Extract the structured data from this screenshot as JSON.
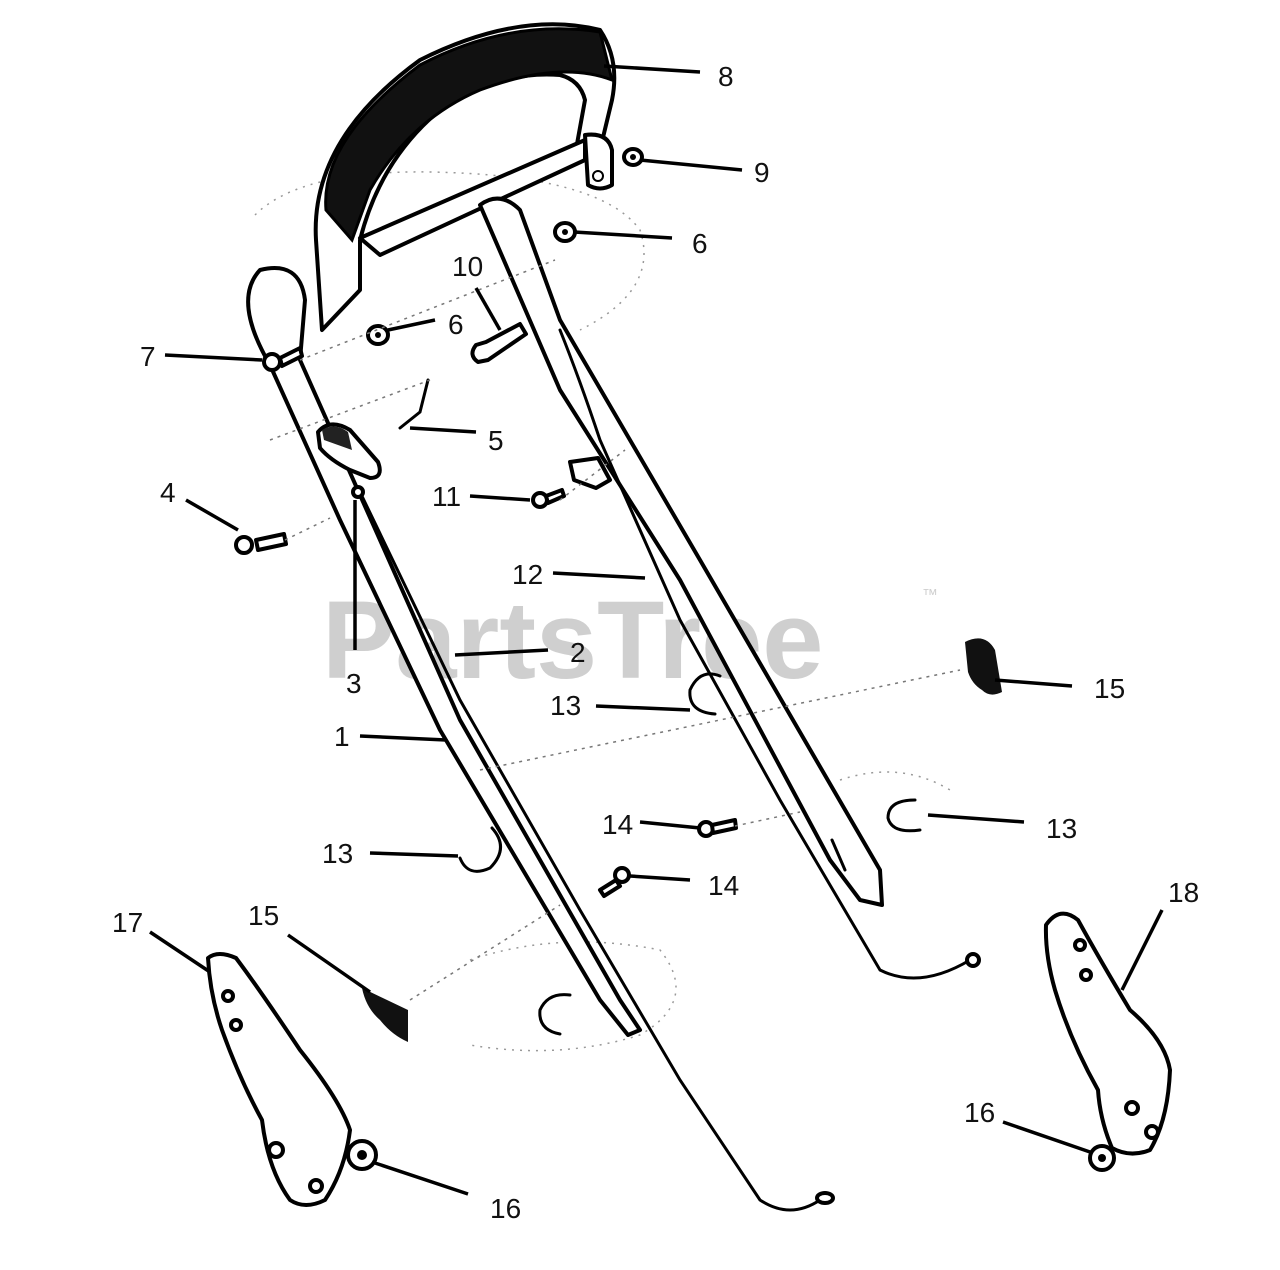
{
  "watermark": {
    "text": "PartsTree",
    "trademark": "™"
  },
  "callouts": [
    {
      "id": "c8",
      "text": "8"
    },
    {
      "id": "c9",
      "text": "9"
    },
    {
      "id": "c6a",
      "text": "6"
    },
    {
      "id": "c10",
      "text": "10"
    },
    {
      "id": "c6b",
      "text": "6"
    },
    {
      "id": "c7",
      "text": "7"
    },
    {
      "id": "c5",
      "text": "5"
    },
    {
      "id": "c4",
      "text": "4"
    },
    {
      "id": "c11",
      "text": "11"
    },
    {
      "id": "c12",
      "text": "12"
    },
    {
      "id": "c2",
      "text": "2"
    },
    {
      "id": "c3",
      "text": "3"
    },
    {
      "id": "c15a",
      "text": "15"
    },
    {
      "id": "c13a",
      "text": "13"
    },
    {
      "id": "c1",
      "text": "1"
    },
    {
      "id": "c14a",
      "text": "14"
    },
    {
      "id": "c13b",
      "text": "13"
    },
    {
      "id": "c13c",
      "text": "13"
    },
    {
      "id": "c14b",
      "text": "14"
    },
    {
      "id": "c18",
      "text": "18"
    },
    {
      "id": "c17",
      "text": "17"
    },
    {
      "id": "c15b",
      "text": "15"
    },
    {
      "id": "c16a",
      "text": "16"
    },
    {
      "id": "c16b",
      "text": "16"
    }
  ]
}
